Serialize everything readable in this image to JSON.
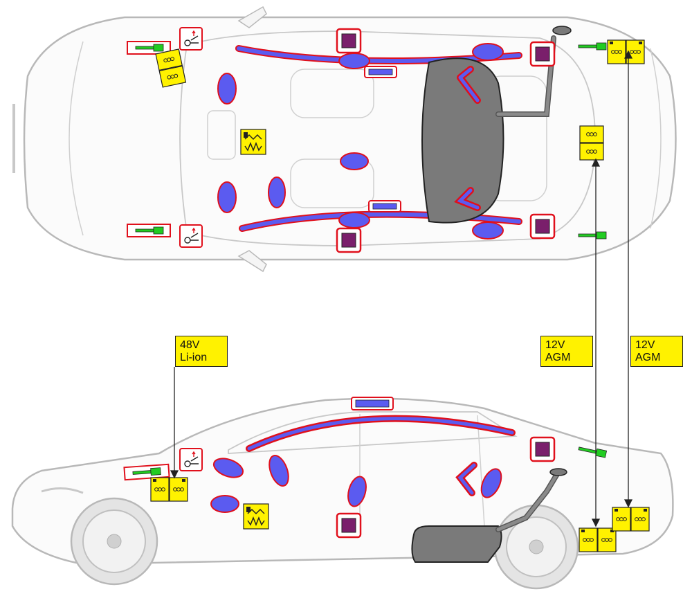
{
  "callouts": {
    "li_ion": {
      "line1": "48V",
      "line2": "Li-ion"
    },
    "agm_front": {
      "line1": "12V",
      "line2": "AGM"
    },
    "agm_rear": {
      "line1": "12V",
      "line2": "AGM"
    }
  },
  "colors": {
    "airbag_blue": "#5b5bf0",
    "airbag_outline": "#e0101c",
    "battery_yellow": "#fff200",
    "sensor_green": "#22cc22",
    "module_purple": "#7a1f6b",
    "fuel_tank_gray": "#7a7a7a",
    "car_outline": "#b8b8b8"
  },
  "legend_icons": [
    "airbag-icon",
    "battery-icon",
    "sensor-icon",
    "control-module-icon",
    "fuel-tank-icon",
    "pedestrian-protection-icon",
    "pyrotechnic-connector-icon"
  ]
}
